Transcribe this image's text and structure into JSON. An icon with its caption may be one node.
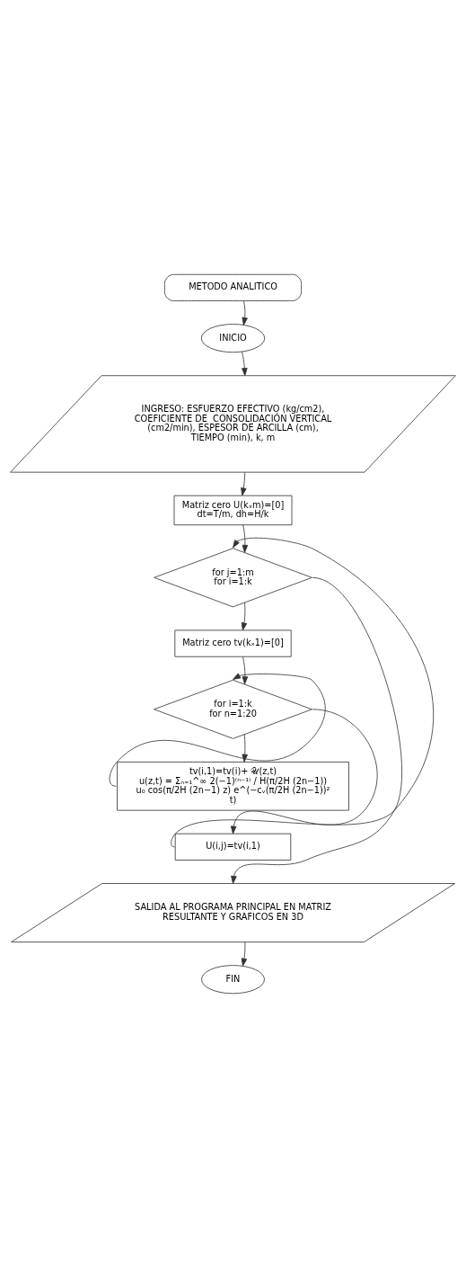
{
  "diagram": {
    "nodes": [
      {
        "text": [
          "METODO ANALITICO"
        ]
      },
      {
        "text": [
          "INICIO"
        ]
      },
      {
        "text": [
          "INGRESO: ESFUERZO EFECTIVO (kg/cm2), COEFICIENTE DE  CONSOLIDACIÓN VERTICAL (cm2/min), ESPESOR DE ARCILLA (cm), TIEMPO (min), k, m"
        ]
      },
      {
        "text": [
          "Matriz cero U(kₓm)=[0] dt=T/m, dh=H/k"
        ]
      },
      {
        "text": [
          "for j=1:m for i=1:k"
        ]
      },
      {
        "text": [
          "Matriz cero tv(kₓ1)=[0]"
        ]
      },
      {
        "text": [
          "for i=1:k for n=1:20"
        ]
      },
      {
        "text": [
          "tv(i,1)=tv(i)+ 𝒰(z,t)",
          "u(z,t) = Σₙ₌₁^∞ 2(−1)⁽ⁿ⁻¹⁾ / H(π/2H (2n−1)) u₀ cos(π/2H (2n−1) z) e^(−cᵥ(π/2H (2n−1))² t)"
        ]
      },
      {
        "text": [
          "U(i,j)=tv(i,1)"
        ]
      },
      {
        "text": [
          "SALIDA AL PROGRAMA PRINCIPAL EN MATRIZ RESULTANTE Y GRAFICOS EN 3D"
        ]
      },
      {
        "text": [
          "FIN"
        ]
      }
    ],
    "edges": [
      {
        "from": 0,
        "to": 1,
        "arrow": "to"
      },
      {
        "from": 1,
        "to": 2,
        "arrow": "to"
      },
      {
        "from": 2,
        "to": 3,
        "arrow": "to"
      },
      {
        "from": 3,
        "to": 4,
        "arrow": "to"
      },
      {
        "from": 4,
        "to": 5,
        "arrow": "to"
      },
      {
        "from": 5,
        "to": 6,
        "arrow": "to"
      },
      {
        "from": 6,
        "to": 7,
        "arrow": "to"
      },
      {
        "from": 7,
        "to": 6,
        "arrow": "to"
      },
      {
        "from": 6,
        "to": 8,
        "arrow": "to"
      },
      {
        "from": 8,
        "to": 4,
        "arrow": "to"
      },
      {
        "from": 4,
        "to": 9,
        "arrow": "to"
      },
      {
        "from": 9,
        "to": 10,
        "arrow": "to"
      }
    ]
  }
}
